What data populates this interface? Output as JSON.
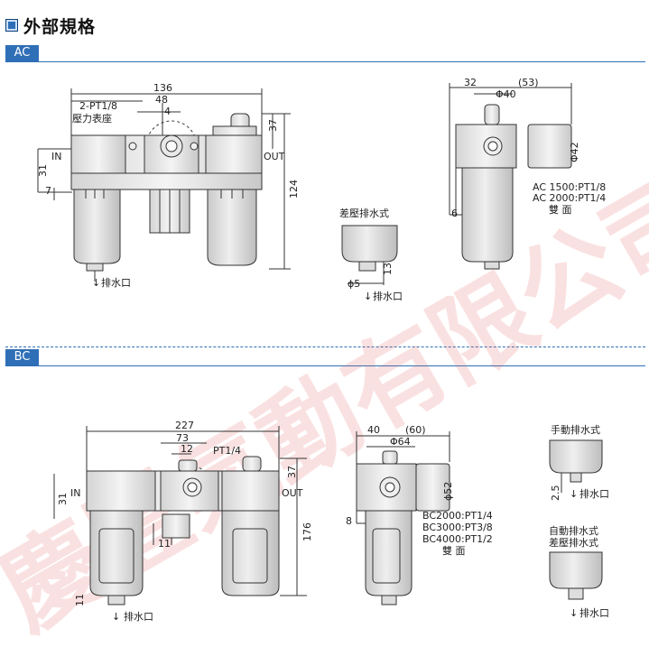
{
  "header": {
    "title": "外部規格"
  },
  "ac": {
    "tab": "AC",
    "front": {
      "dim_width": "136",
      "dim_48": "48",
      "dim_4": "4",
      "port_label": "2-PT1/8",
      "gauge_label": "壓力表座",
      "dim_37": "37",
      "dim_31": "31",
      "dim_7": "7",
      "dim_height": "124",
      "in_label": "IN",
      "out_label": "OUT",
      "drain_label": "排水口"
    },
    "side": {
      "dim_32": "32",
      "dim_53": "(53)",
      "dim_phi40": "Φ40",
      "dim_phi42": "Φ42",
      "dim_6": "6",
      "spec_1": "AC 1500:PT1/8",
      "spec_2": "AC 2000:PT1/4",
      "bracket": "雙  面"
    },
    "diff_drain": {
      "title": "差壓排水式",
      "dim_13": "13",
      "dim_phi5": "ϕ5",
      "drain_label": "排水口"
    }
  },
  "bc": {
    "tab": "BC",
    "front": {
      "dim_227": "227",
      "dim_73": "73",
      "dim_12": "12",
      "port_label": "PT1/4",
      "dim_37": "37",
      "dim_31": "31",
      "dim_11a": "11",
      "dim_11b": "11",
      "dim_176": "176",
      "in_label": "IN",
      "out_label": "OUT",
      "drain_label": "排水口"
    },
    "side": {
      "dim_40": "40",
      "dim_60": "(60)",
      "dim_phi64": "Φ64",
      "dim_phi52": "ϕ52",
      "dim_8": "8",
      "spec_1": "BC2000:PT1/4",
      "spec_2": "BC3000:PT3/8",
      "spec_3": "BC4000:PT1/2",
      "bracket": "雙  面"
    },
    "manual_drain": {
      "title": "手動排水式",
      "dim_25": "2.5",
      "drain_label": "排水口"
    },
    "auto_drain": {
      "title_1": "自動排水式",
      "title_2": "差壓排水式",
      "drain_label": "排水口"
    }
  },
  "watermark": "慶豐氣動有限公司"
}
